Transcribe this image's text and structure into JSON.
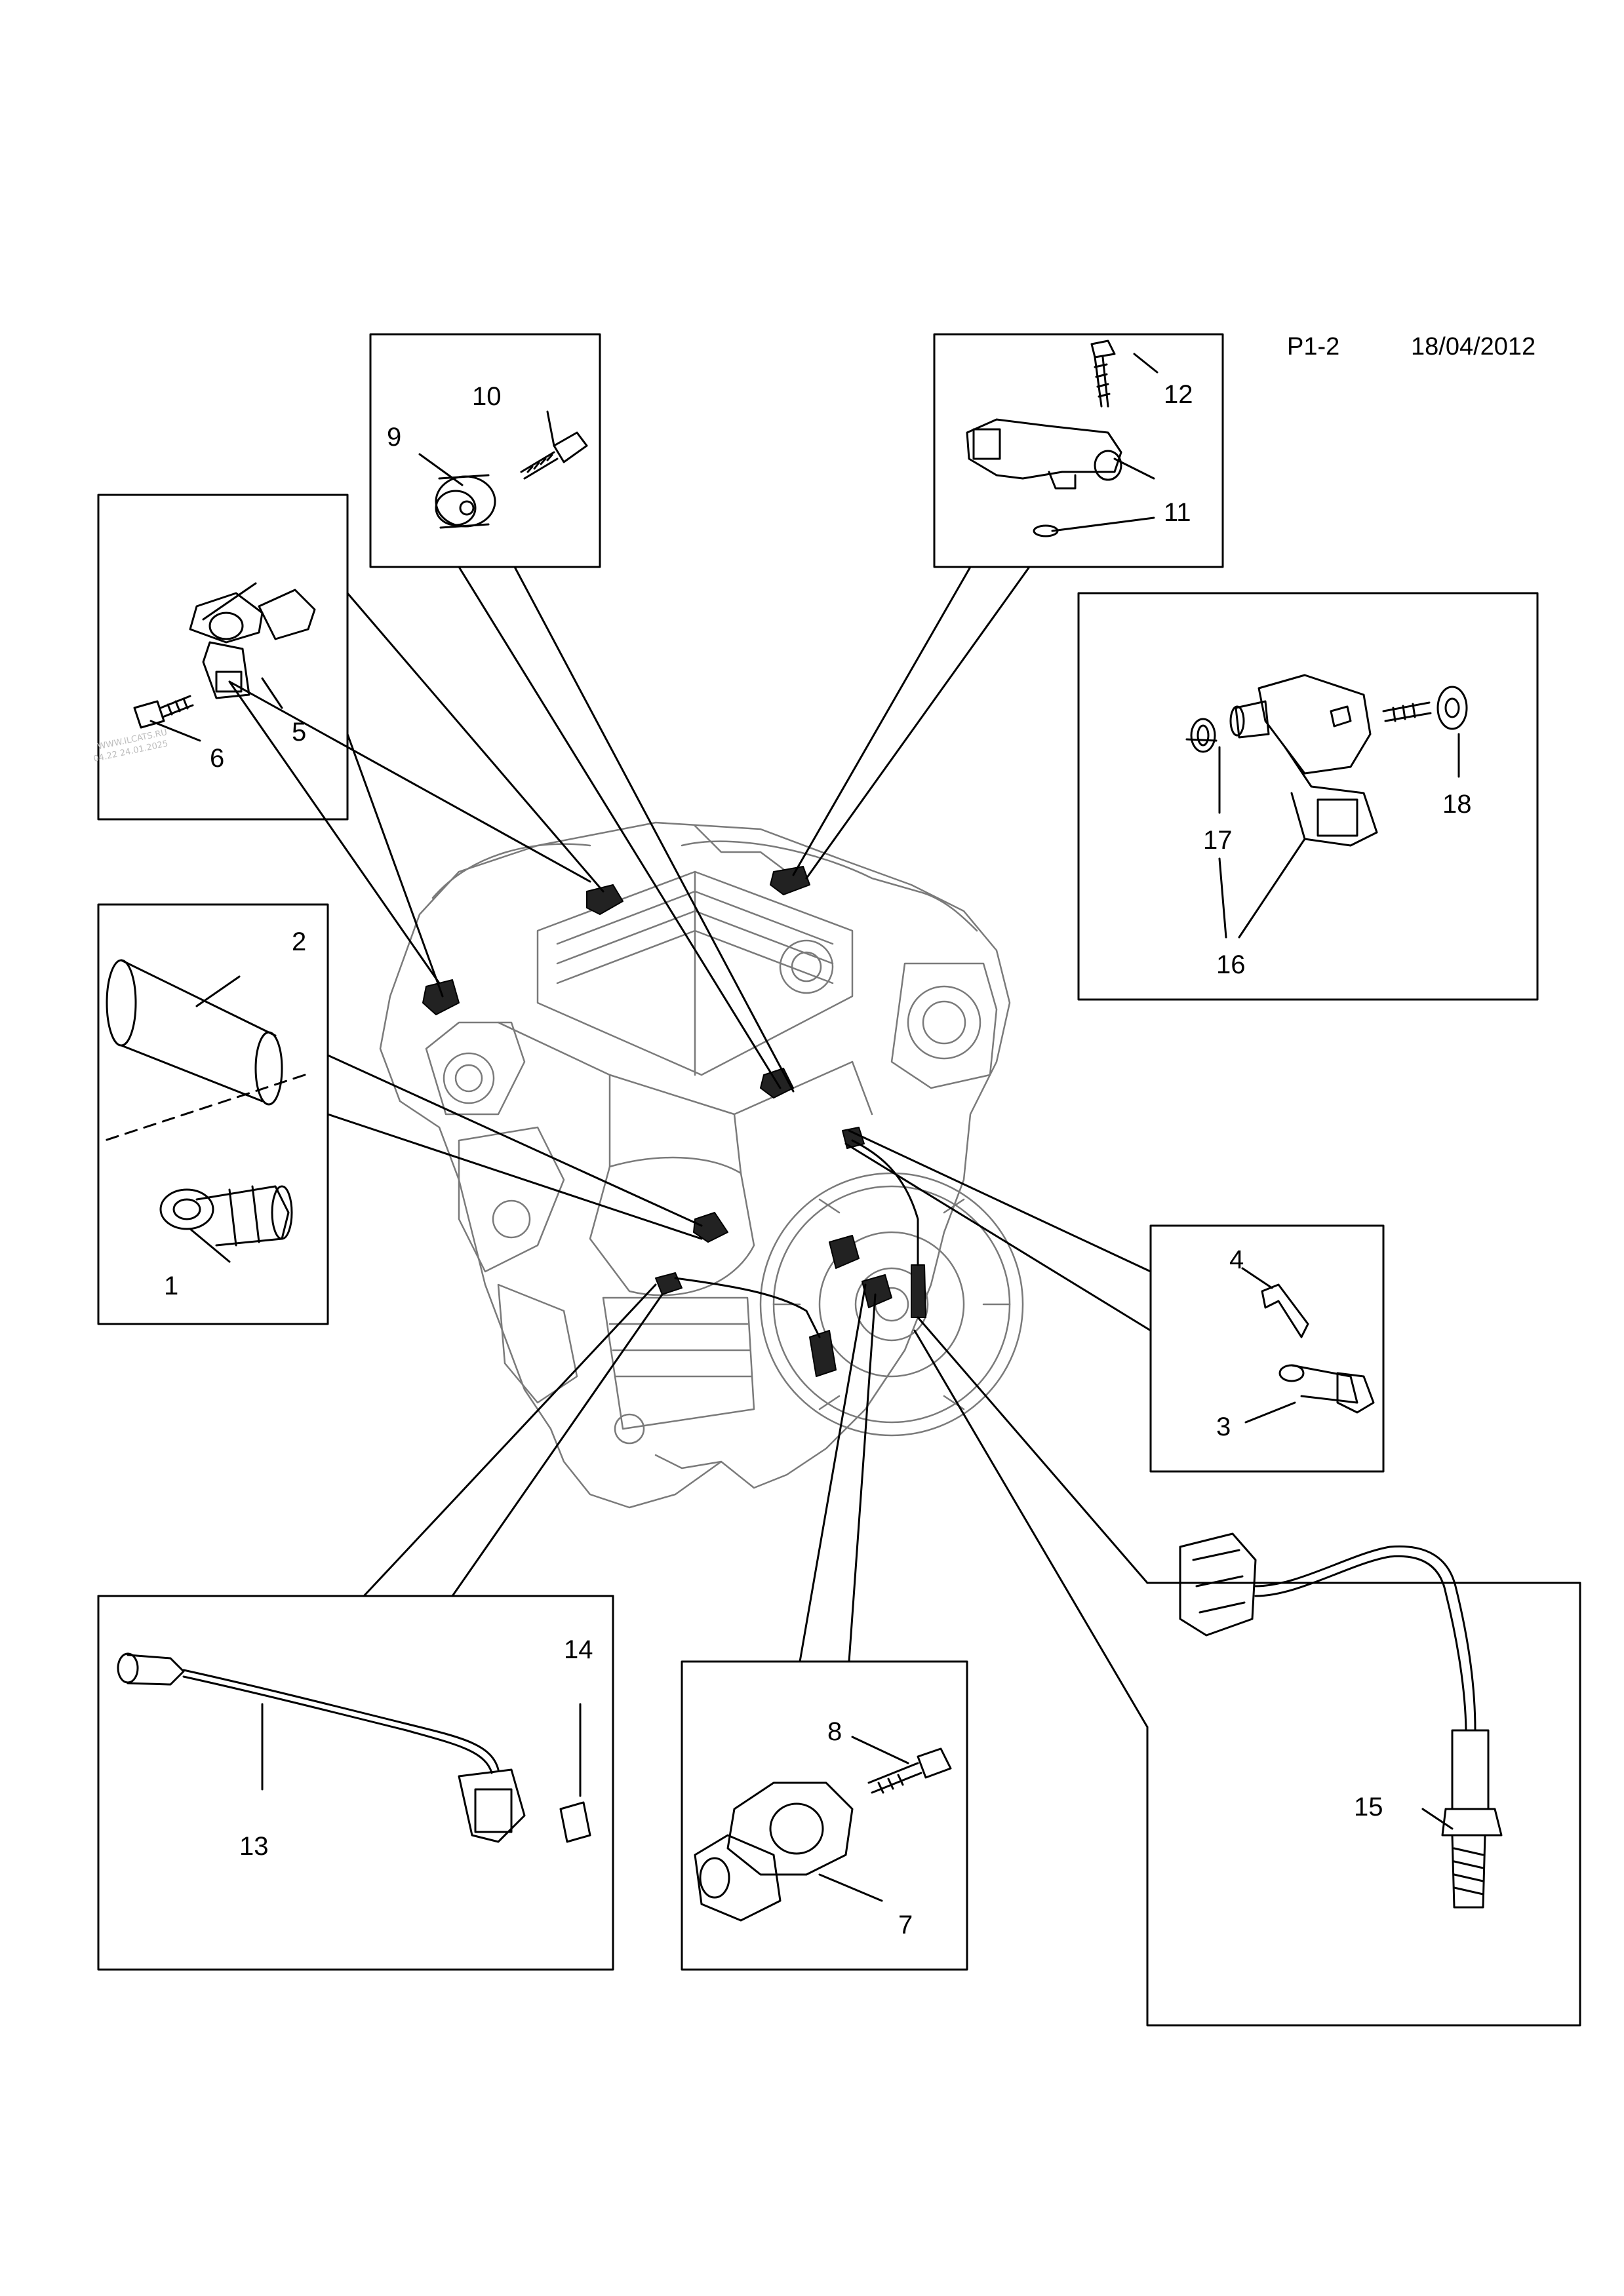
{
  "header": {
    "page_code": "P1-2",
    "date": "18/04/2012"
  },
  "watermark": {
    "line1": "WWW.ILCATS.RU",
    "line2": "04.22 24.01.2025"
  },
  "callouts": {
    "c1": "1",
    "c2": "2",
    "c3": "3",
    "c4": "4",
    "c5": "5",
    "c6": "6",
    "c7": "7",
    "c8": "8",
    "c9": "9",
    "c10": "10",
    "c11": "11",
    "c11b": "11",
    "c12": "12",
    "c13": "13",
    "c14": "14",
    "c15": "15",
    "c16": "16",
    "c17": "17",
    "c18": "18"
  }
}
